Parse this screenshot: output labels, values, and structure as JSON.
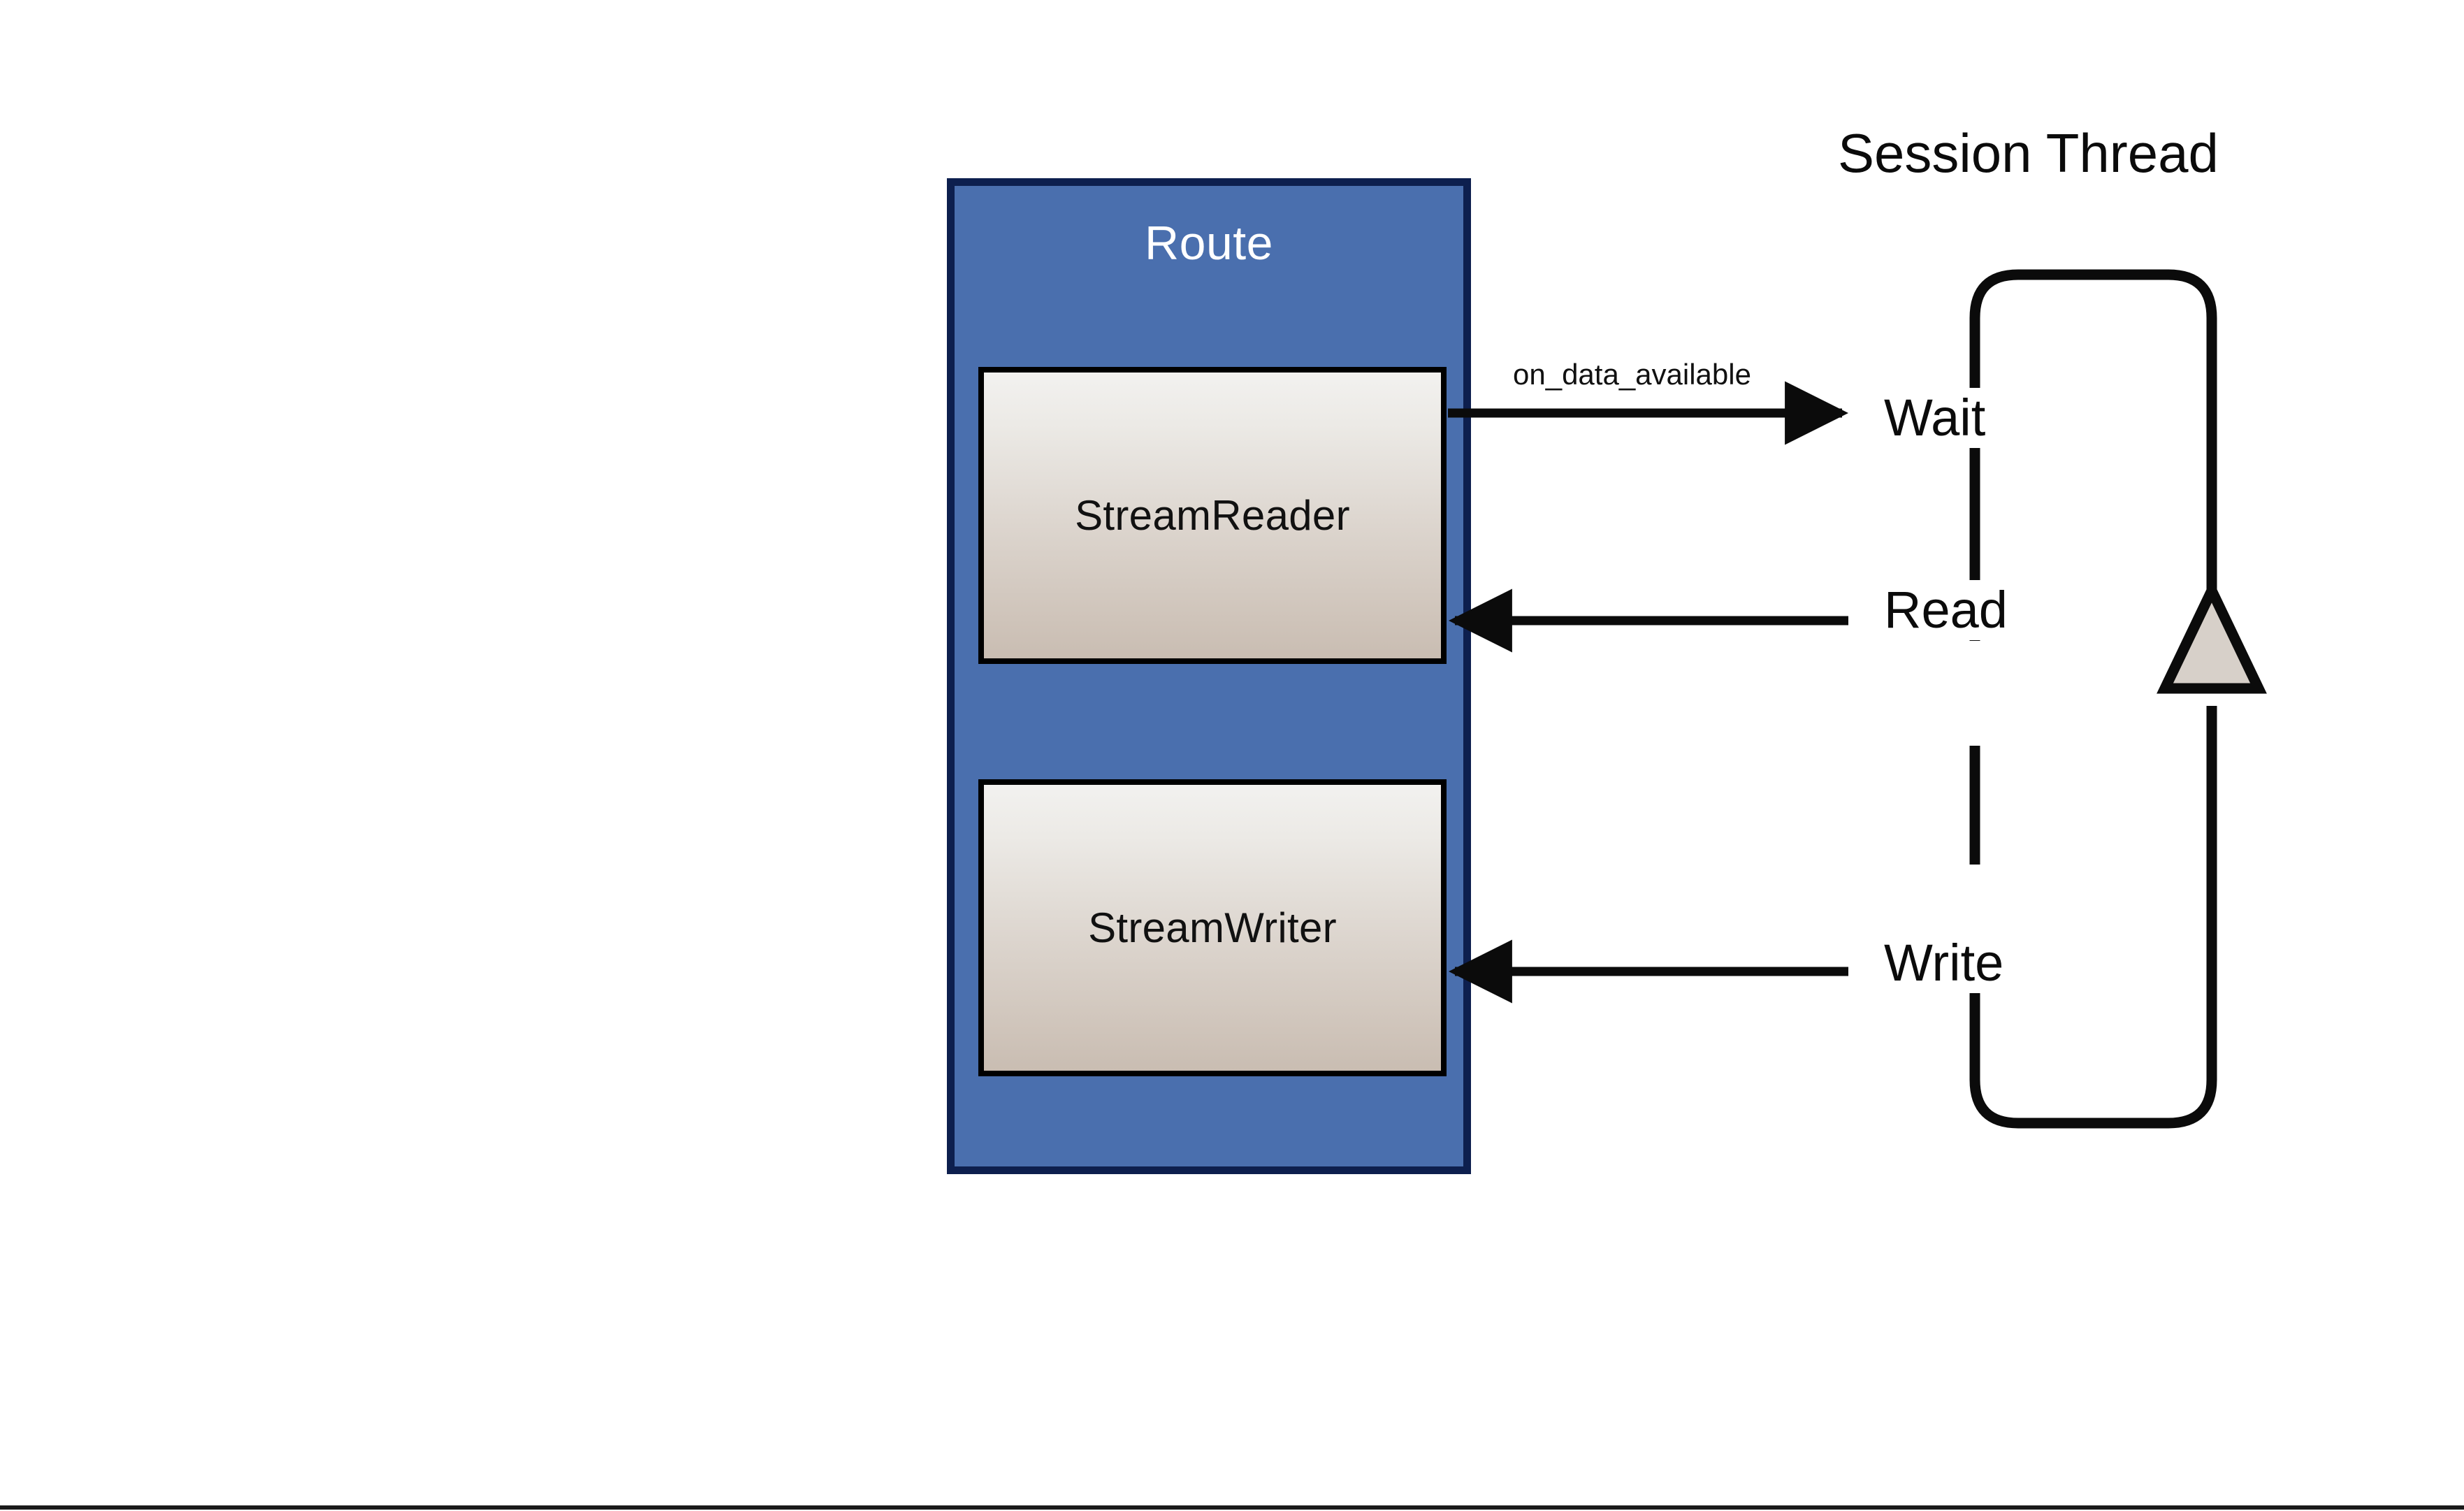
{
  "diagram": {
    "title_right": "Session Thread",
    "container": {
      "label": "Route",
      "fill_color": "#4a6fae",
      "border_color": "#0d1f4e",
      "text_color": "#ffffff"
    },
    "components": [
      {
        "id": "stream-reader",
        "label": "StreamReader"
      },
      {
        "id": "stream-writer",
        "label": "StreamWriter"
      }
    ],
    "thread_states": [
      {
        "id": "wait",
        "label": "Wait"
      },
      {
        "id": "read",
        "label": "Read"
      },
      {
        "id": "write",
        "label": "Write"
      }
    ],
    "connectors": [
      {
        "id": "on-data-available",
        "label": "on_data_available",
        "from": "StreamReader",
        "to": "Wait",
        "direction": "right",
        "style": "solid",
        "arrowhead": "filled"
      },
      {
        "id": "read-edge",
        "label": "",
        "from": "Read",
        "to": "StreamReader",
        "direction": "left",
        "style": "solid",
        "arrowhead": "filled"
      },
      {
        "id": "write-edge",
        "label": "",
        "from": "Write",
        "to": "StreamWriter",
        "direction": "left",
        "style": "solid",
        "arrowhead": "filled"
      },
      {
        "id": "thread-loop",
        "label": "",
        "from": "Write",
        "to": "Wait",
        "direction": "up",
        "style": "dashed-left-solid-right",
        "arrowhead": "hollow-triangle"
      }
    ],
    "colors": {
      "route_fill": "#4a6fae",
      "route_border": "#0d1f4e",
      "component_fill_top": "#f2f1ef",
      "component_fill_bottom": "#c9bdb2",
      "component_border": "#000000",
      "line": "#0b0b0b",
      "arrowhead_fill": "#d7d0c9",
      "background": "#ffffff"
    }
  }
}
